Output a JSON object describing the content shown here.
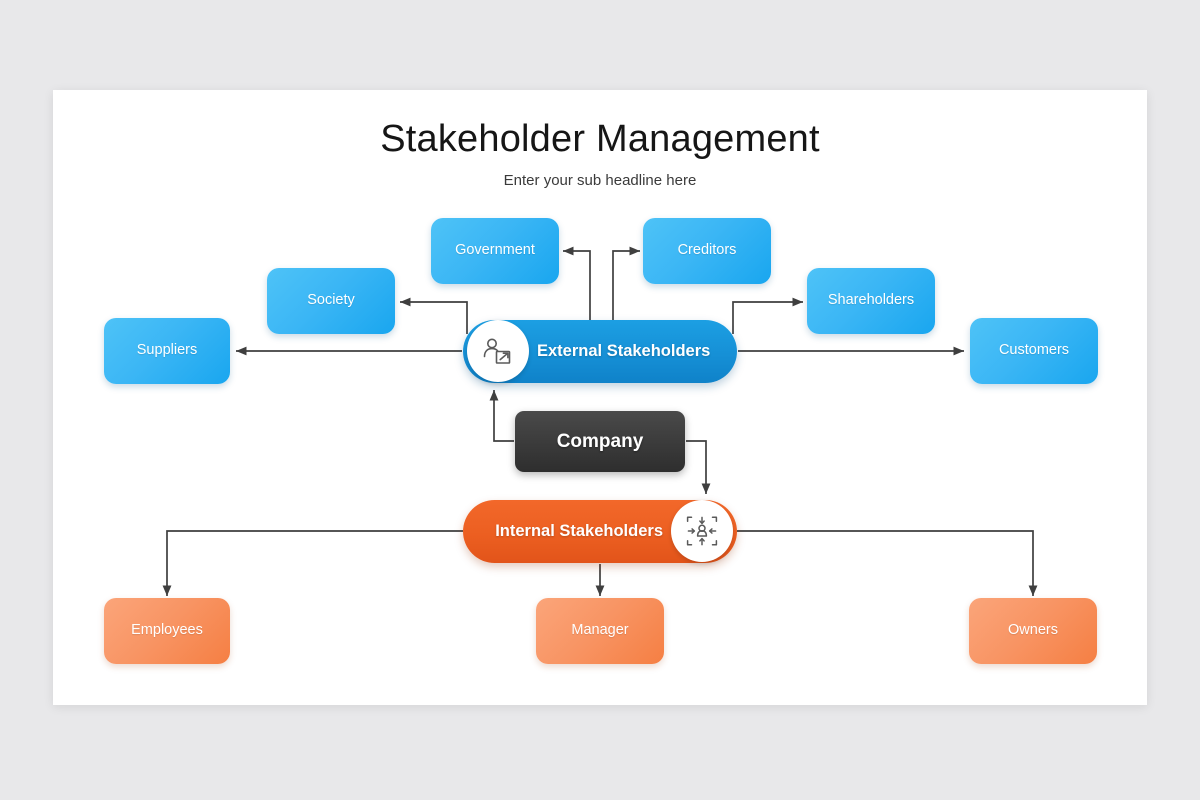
{
  "slide": {
    "title": "Stakeholder Management",
    "subtitle": "Enter your sub headline here"
  },
  "center": {
    "company": {
      "label": "Company"
    },
    "external": {
      "label": "External Stakeholders",
      "icon": "person-export-icon"
    },
    "internal": {
      "label": "Internal Stakeholders",
      "icon": "person-inward-arrows-icon"
    }
  },
  "external_nodes": [
    {
      "id": "suppliers",
      "label": "Suppliers"
    },
    {
      "id": "society",
      "label": "Society"
    },
    {
      "id": "government",
      "label": "Government"
    },
    {
      "id": "creditors",
      "label": "Creditors"
    },
    {
      "id": "shareholders",
      "label": "Shareholders"
    },
    {
      "id": "customers",
      "label": "Customers"
    }
  ],
  "internal_nodes": [
    {
      "id": "employees",
      "label": "Employees"
    },
    {
      "id": "manager",
      "label": "Manager"
    },
    {
      "id": "owners",
      "label": "Owners"
    }
  ],
  "colors": {
    "background": "#e8e8ea",
    "canvas": "#ffffff",
    "external_accent": "#1690d6",
    "external_node": "#3bb6f5",
    "internal_accent": "#ec5f21",
    "internal_node": "#f89463",
    "company": "#3c3c3c",
    "connector": "#3f3f3f",
    "title_text": "#161616"
  }
}
